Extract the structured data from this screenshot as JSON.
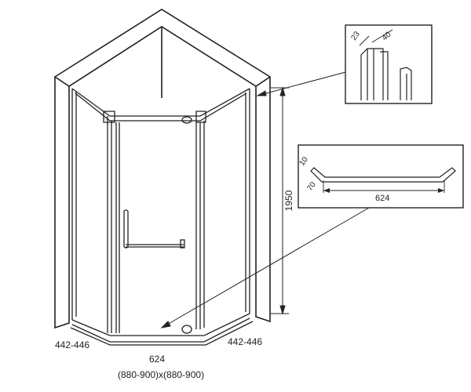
{
  "dimensions": {
    "height": "1950",
    "left_side": "442-446",
    "right_side": "442-446",
    "front_panel": "624",
    "overall_size": "(880-900)x(880-900)"
  },
  "detail_profile": {
    "depth": "23",
    "width": "40"
  },
  "detail_tray": {
    "thickness": "10",
    "edge": "70",
    "length": "624"
  },
  "colors": {
    "line": "#222222",
    "wall_fill": "#ffffff"
  }
}
